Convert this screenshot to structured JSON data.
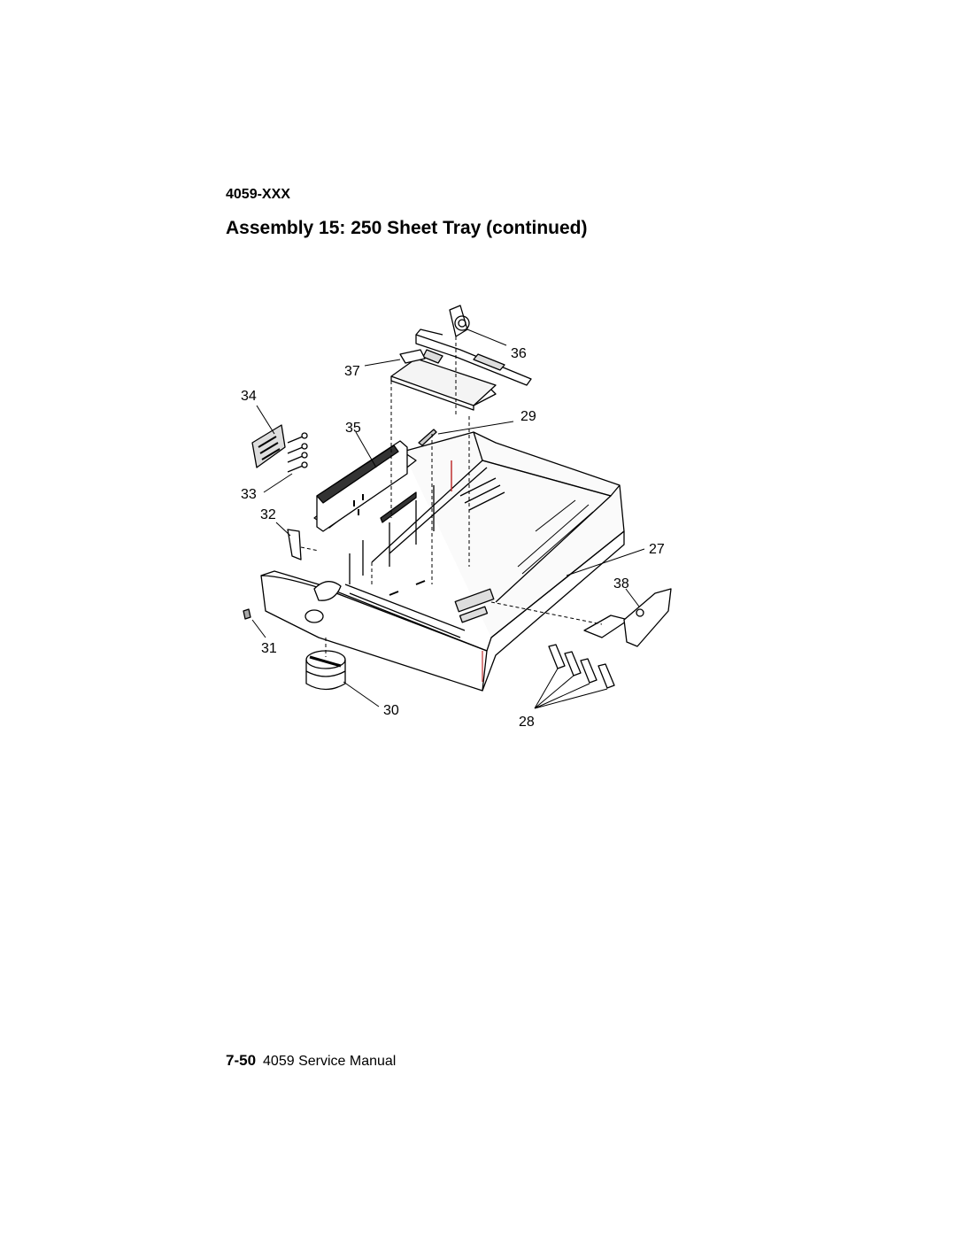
{
  "header": {
    "model": "4059-XXX",
    "title": "Assembly 15: 250 Sheet Tray (continued)"
  },
  "figure": {
    "callouts": [
      "36",
      "37",
      "34",
      "35",
      "29",
      "33",
      "32",
      "27",
      "38",
      "31",
      "30",
      "28"
    ]
  },
  "footer": {
    "page_number": "7-50",
    "manual_title": "4059 Service Manual"
  }
}
